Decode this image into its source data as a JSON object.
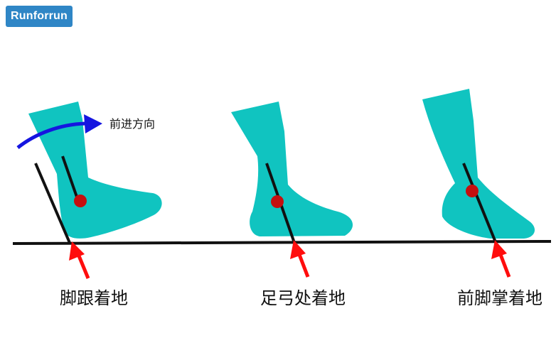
{
  "logo": {
    "text": "Runforrun"
  },
  "annotation": {
    "direction_label": "前进方向"
  },
  "captions": {
    "heel": "脚跟着地",
    "midfoot": "足弓处着地",
    "forefoot": "前脚掌着地"
  },
  "colors": {
    "foot": "#10c4c0",
    "ground": "#111111",
    "force_arrow": "#ff0d0d",
    "joint": "#c50f0f",
    "direction_arrow": "#1515e0",
    "logo_bg": "#2f86c6"
  }
}
